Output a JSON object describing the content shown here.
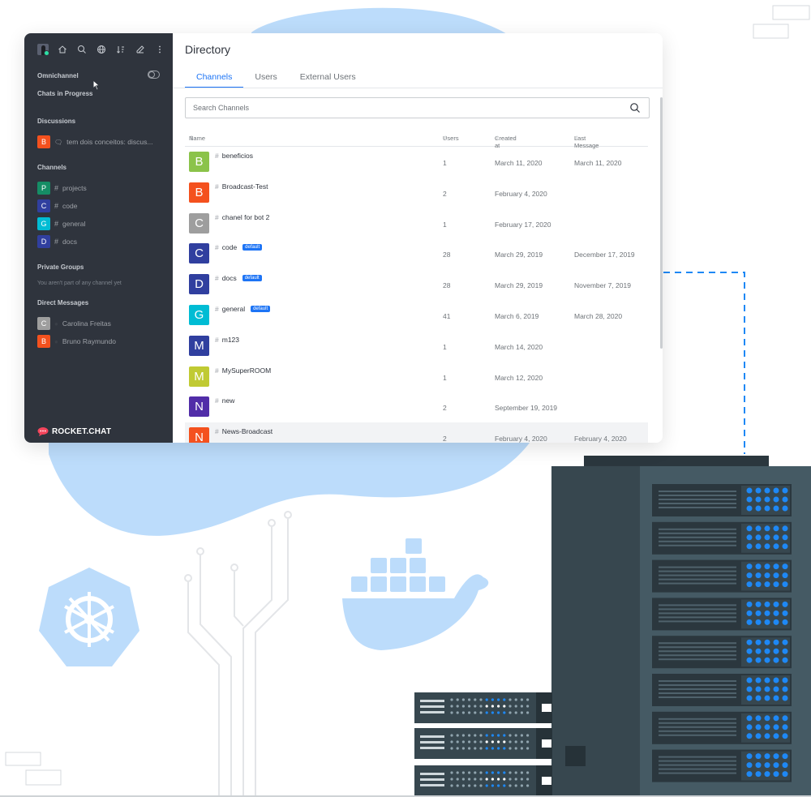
{
  "sidebar": {
    "omnichannel_label": "Omnichannel",
    "chats_in_progress": "Chats in Progress",
    "sections": {
      "discussions": "Discussions",
      "channels": "Channels",
      "private_groups": "Private Groups",
      "direct_messages": "Direct Messages"
    },
    "discussion_item": {
      "avatar": "B",
      "label": "tem dois conceitos: discus...",
      "color": "#f5455c"
    },
    "channels": [
      {
        "avatar": "P",
        "label": "projects",
        "color": "#158d65"
      },
      {
        "avatar": "C",
        "label": "code",
        "color": "#303f9f"
      },
      {
        "avatar": "G",
        "label": "general",
        "color": "#00bcd4"
      },
      {
        "avatar": "D",
        "label": "docs",
        "color": "#303f9f"
      }
    ],
    "private_groups_note": "You aren't part of any channel yet",
    "direct_messages": [
      {
        "avatar": "C",
        "label": "Carolina Freitas",
        "color": "#9e9e9e"
      },
      {
        "avatar": "B",
        "label": "Bruno Raymundo",
        "color": "#f4511e"
      }
    ],
    "logo_text": "ROCKET.CHAT",
    "icons": [
      "home-icon",
      "search-icon",
      "globe-icon",
      "sort-icon",
      "edit-icon",
      "kebab-icon"
    ]
  },
  "directory": {
    "title": "Directory",
    "tabs": [
      "Channels",
      "Users",
      "External Users"
    ],
    "active_tab": "Channels",
    "search_placeholder": "Search Channels",
    "columns": [
      "Name",
      "Users",
      "Created at",
      "Last Message"
    ],
    "rows": [
      {
        "avatar": "B",
        "color": "#8bc34a",
        "name": "beneficios",
        "default": false,
        "users": "1",
        "created": "March 11, 2020",
        "last": "March 11, 2020"
      },
      {
        "avatar": "B",
        "color": "#f4511e",
        "name": "Broadcast-Test",
        "default": false,
        "users": "2",
        "created": "February 4, 2020",
        "last": ""
      },
      {
        "avatar": "C",
        "color": "#9e9e9e",
        "name": "chanel for bot 2",
        "default": false,
        "users": "1",
        "created": "February 17, 2020",
        "last": ""
      },
      {
        "avatar": "C",
        "color": "#303f9f",
        "name": "code",
        "default": true,
        "users": "28",
        "created": "March 29, 2019",
        "last": "December 17, 2019"
      },
      {
        "avatar": "D",
        "color": "#303f9f",
        "name": "docs",
        "default": true,
        "users": "28",
        "created": "March 29, 2019",
        "last": "November 7, 2019"
      },
      {
        "avatar": "G",
        "color": "#00bcd4",
        "name": "general",
        "default": true,
        "users": "41",
        "created": "March 6, 2019",
        "last": "March 28, 2020"
      },
      {
        "avatar": "M",
        "color": "#303f9f",
        "name": "m123",
        "default": false,
        "users": "1",
        "created": "March 14, 2020",
        "last": ""
      },
      {
        "avatar": "M",
        "color": "#c0ca33",
        "name": "MySuperROOM",
        "default": false,
        "users": "1",
        "created": "March 12, 2020",
        "last": ""
      },
      {
        "avatar": "N",
        "color": "#512da8",
        "name": "new",
        "default": false,
        "users": "2",
        "created": "September 19, 2019",
        "last": ""
      },
      {
        "avatar": "N",
        "color": "#f4511e",
        "name": "News-Broadcast",
        "default": false,
        "users": "2",
        "created": "February 4, 2020",
        "last": "February 4, 2020"
      }
    ],
    "default_badge": "default"
  },
  "colors": {
    "sidebar_bg": "#2f343d",
    "accent": "#1d74f5",
    "blob": "#bcdcfb",
    "server_dark": "#37474f",
    "server_led": "#1e88f5"
  }
}
